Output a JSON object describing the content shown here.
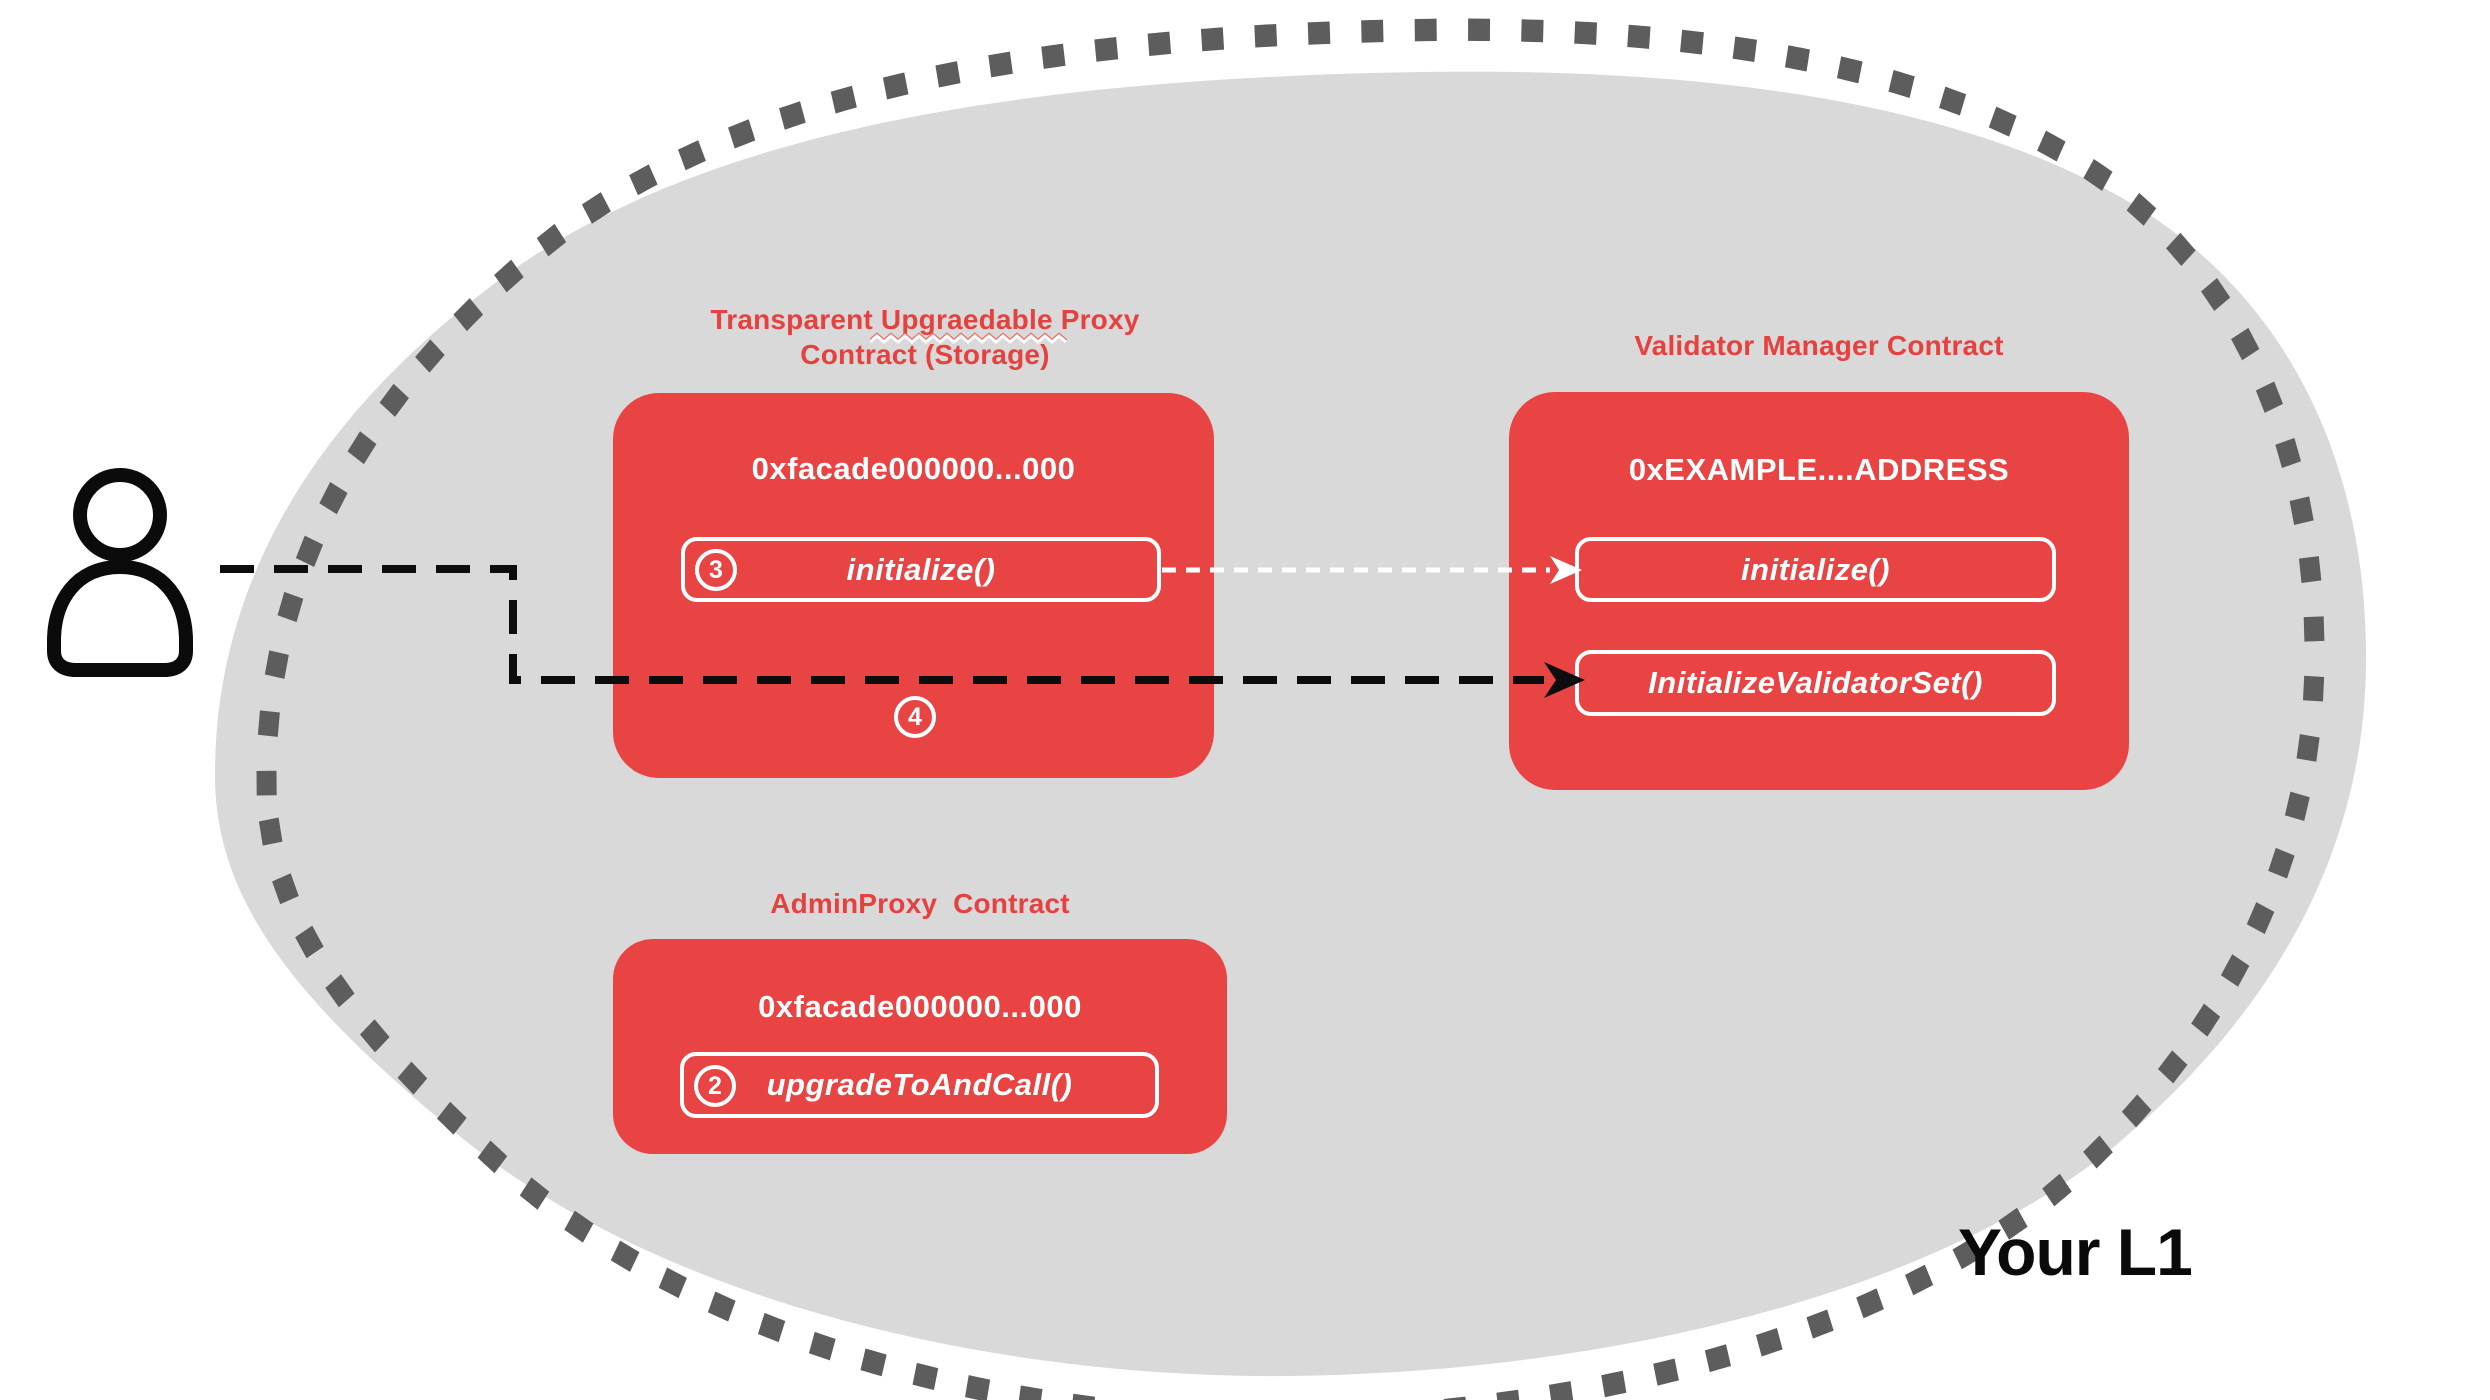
{
  "diagram": {
    "region_label": "Your L1",
    "colors": {
      "blob_fill": "#d9d9d9",
      "dot_border": "#5d5d5d",
      "box_red": "#e84444",
      "title_red": "#e5413f",
      "text_white": "#ffffff",
      "line_black": "#0d0d0d"
    },
    "proxy_box": {
      "title_line1": "Transparent Upgraedable Proxy",
      "title_line2": "Contract (Storage)",
      "address": "0xfacade000000...000",
      "method_button": {
        "step": "3",
        "label": "initialize()"
      },
      "step_marker": "4"
    },
    "validator_box": {
      "title": "Validator Manager Contract",
      "address": "0xEXAMPLE....ADDRESS",
      "method_buttons": [
        {
          "label": "initialize()"
        },
        {
          "label": "InitializeValidatorSet()"
        }
      ]
    },
    "admin_box": {
      "title": "AdminProxy  Contract",
      "address": "0xfacade000000...000",
      "method_button": {
        "step": "2",
        "label": "upgradeToAndCall()"
      }
    }
  }
}
